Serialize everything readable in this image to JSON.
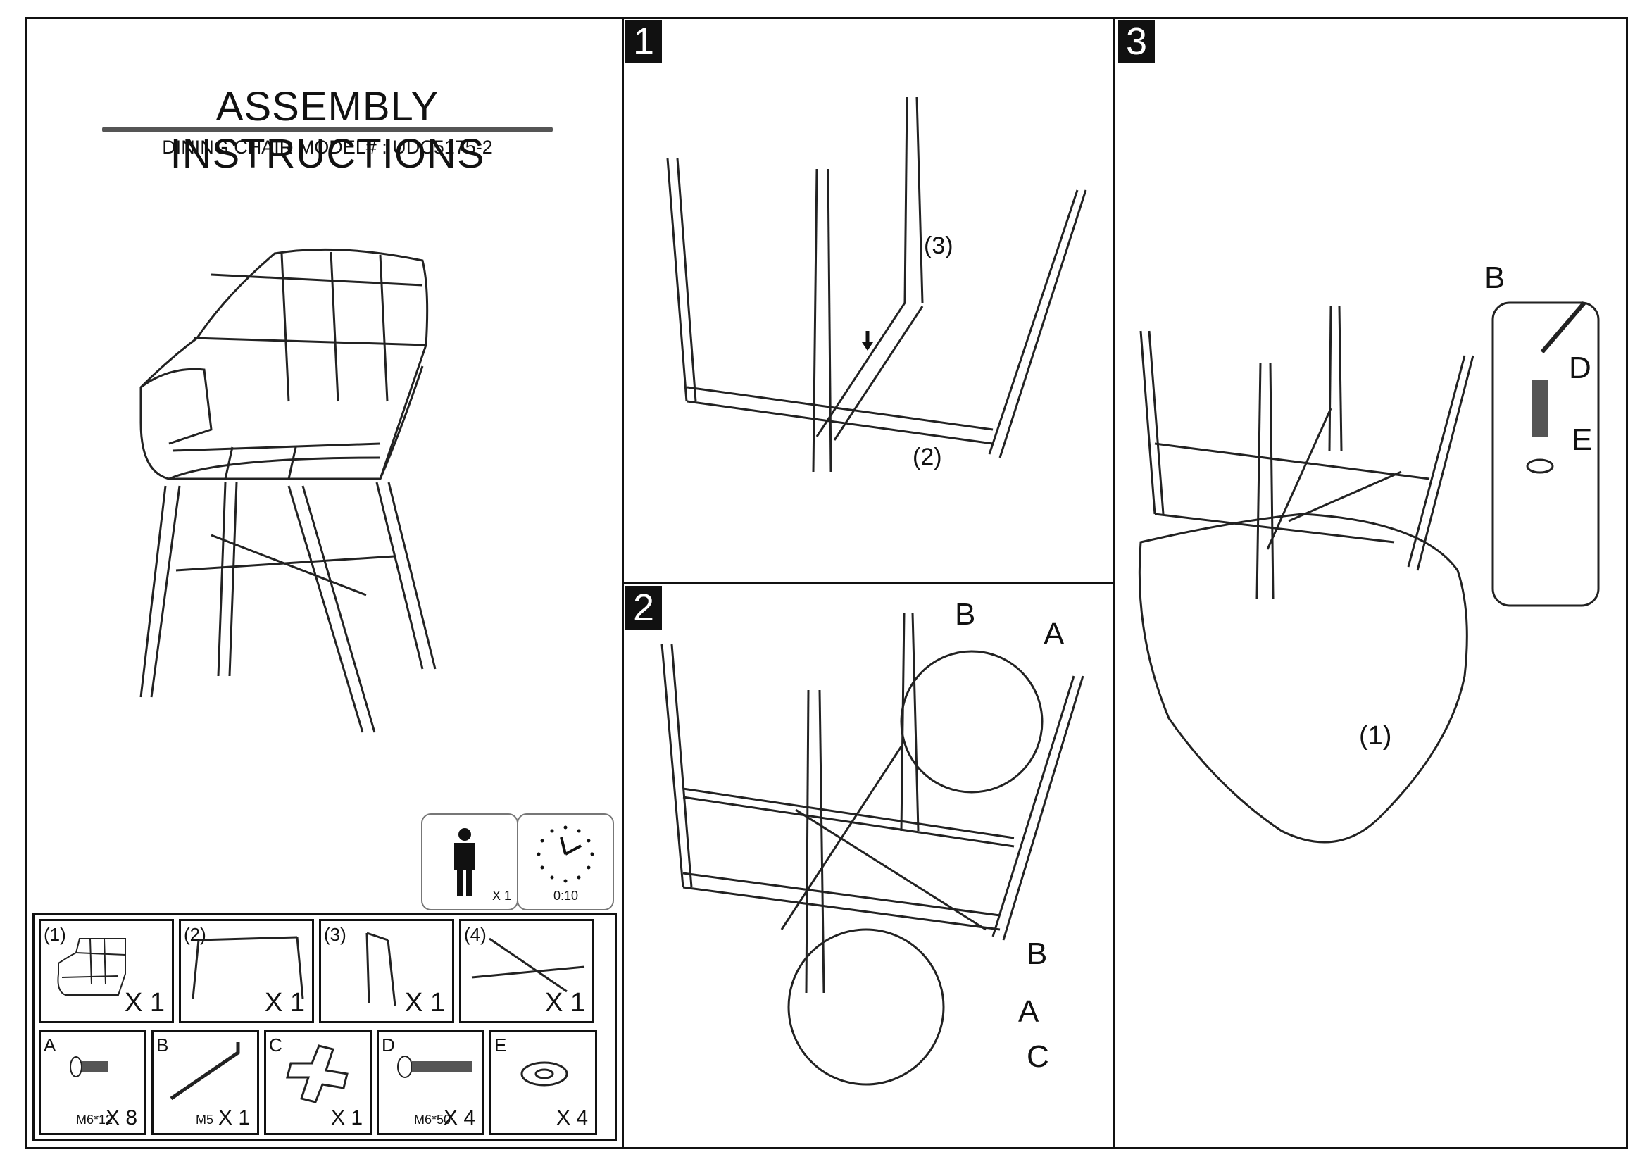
{
  "header": {
    "title": "ASSEMBLY  INSTRUCTIONS",
    "subtitle": "DINING CHAIR MODEL# : UDC5175-2"
  },
  "info": {
    "people_qty": "X 1",
    "time": "0:10"
  },
  "steps": [
    {
      "number": "1",
      "callouts": [
        "3",
        "2"
      ]
    },
    {
      "number": "2",
      "callouts": [
        "B",
        "A",
        "B",
        "A",
        "C"
      ]
    },
    {
      "number": "3",
      "callouts": [
        "B",
        "D",
        "E",
        "1"
      ]
    }
  ],
  "parts_top": [
    {
      "num": "1",
      "qty": "X 1"
    },
    {
      "num": "2",
      "qty": "X 1"
    },
    {
      "num": "3",
      "qty": "X 1"
    },
    {
      "num": "4",
      "qty": "X 1"
    }
  ],
  "parts_bottom": [
    {
      "letter": "A",
      "spec": "M6*12",
      "qty": "X 8"
    },
    {
      "letter": "B",
      "spec": "M5",
      "qty": "X 1"
    },
    {
      "letter": "C",
      "spec": "",
      "qty": "X 1"
    },
    {
      "letter": "D",
      "spec": "M6*50",
      "qty": "X 4"
    },
    {
      "letter": "E",
      "spec": "",
      "qty": "X 4"
    }
  ]
}
